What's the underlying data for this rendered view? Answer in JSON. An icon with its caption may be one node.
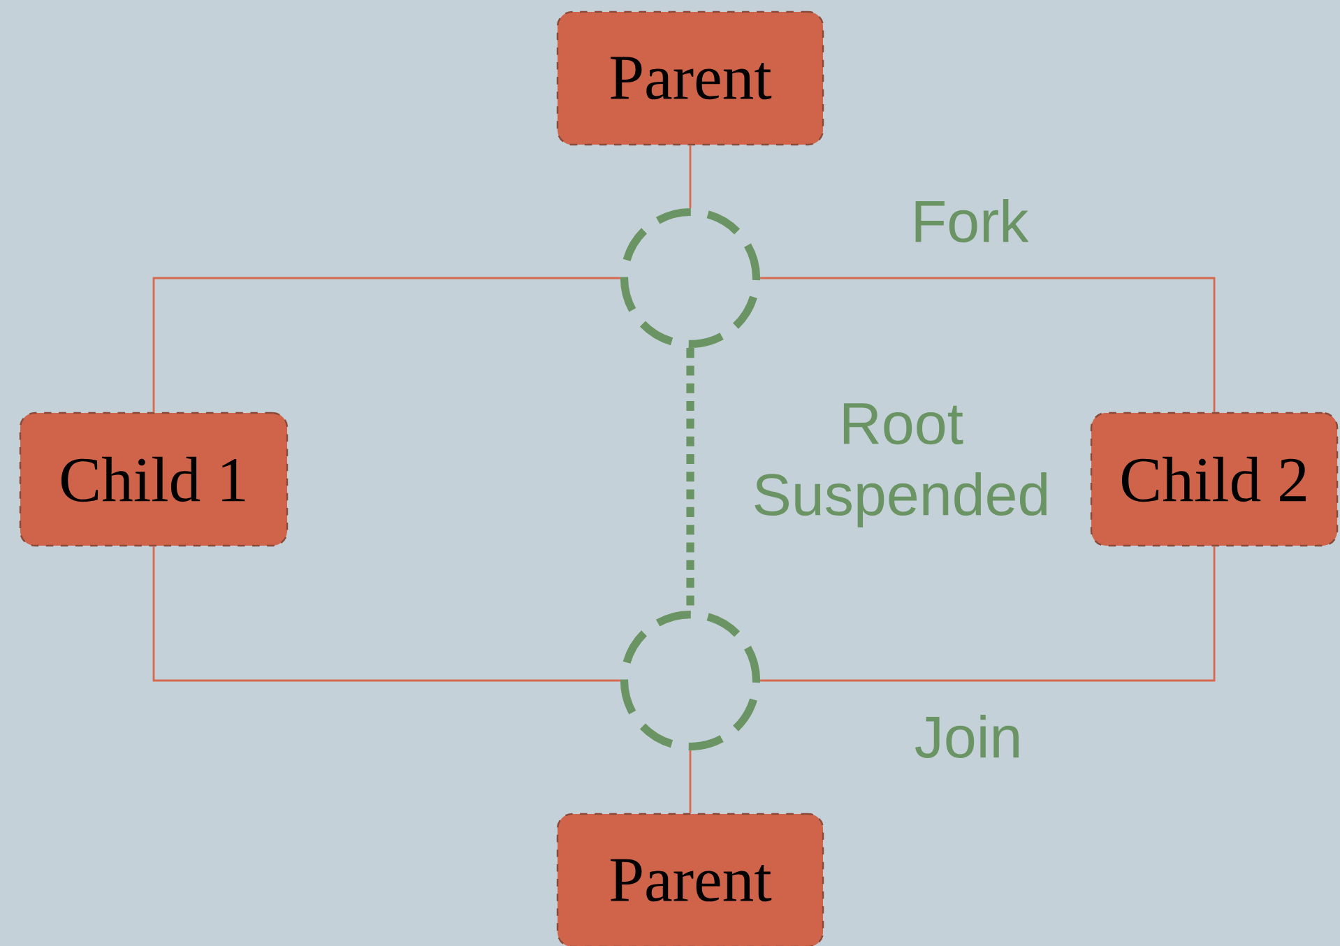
{
  "diagram": {
    "nodes": [
      {
        "text": [
          "Parent"
        ]
      },
      {
        "text": [
          "Child 1"
        ]
      },
      {
        "text": [
          "Child 2"
        ]
      },
      {
        "text": [
          "Parent"
        ]
      },
      {
        "text": [],
        "shape": "circle",
        "beside": [
          "Fork"
        ]
      },
      {
        "text": [],
        "shape": "circle",
        "beside": [
          "Join"
        ]
      }
    ],
    "edges": [
      {
        "from": 0,
        "to": 4,
        "arrow": "none"
      },
      {
        "from": 4,
        "to": 1,
        "arrow": "none"
      },
      {
        "from": 4,
        "to": 2,
        "arrow": "none"
      },
      {
        "from": 1,
        "to": 5,
        "arrow": "none"
      },
      {
        "from": 2,
        "to": 5,
        "arrow": "none"
      },
      {
        "from": 5,
        "to": 3,
        "arrow": "none"
      },
      {
        "from": 4,
        "to": 5,
        "arrow": "none",
        "style": "dashed",
        "color": "#6a9463",
        "label": "Root Suspended"
      }
    ]
  }
}
